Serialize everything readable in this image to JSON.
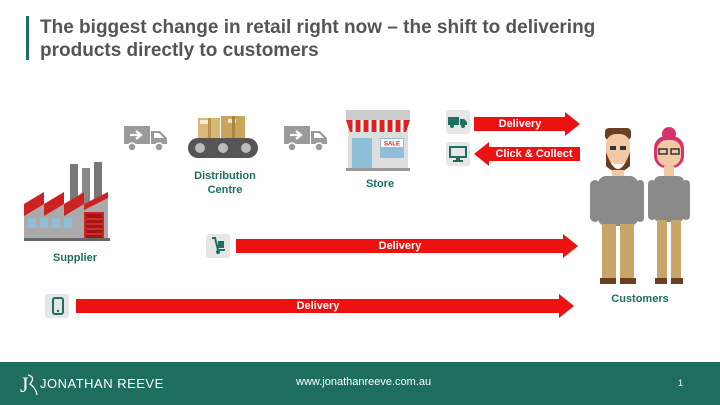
{
  "title": {
    "line1": "The biggest change in retail right now – the shift to delivering",
    "line2": "products directly to customers"
  },
  "nodes": {
    "supplier": "Supplier",
    "distribution_line1": "Distribution",
    "distribution_line2": "Centre",
    "store": "Store",
    "customers": "Customers"
  },
  "store_sign": "SALE",
  "arrows": {
    "store_delivery": "Delivery",
    "click_collect": "Click & Collect",
    "dc_delivery": "Delivery",
    "supplier_delivery": "Delivery"
  },
  "footer": {
    "brand_mark": "J",
    "brand": "JONATHAN REEVE",
    "website": "www.jonathanreeve.com.au",
    "page_number": "1"
  },
  "icons": [
    "truck-icon",
    "conveyor-boxes-icon",
    "storefront-icon",
    "factory-icon",
    "delivery-truck-small-icon",
    "computer-screen-icon",
    "hand-truck-icon",
    "mobile-phone-icon",
    "man-icon",
    "woman-icon"
  ],
  "colors": {
    "accent": "#1e6e60",
    "arrow": "#ee1111",
    "title": "#555555"
  }
}
